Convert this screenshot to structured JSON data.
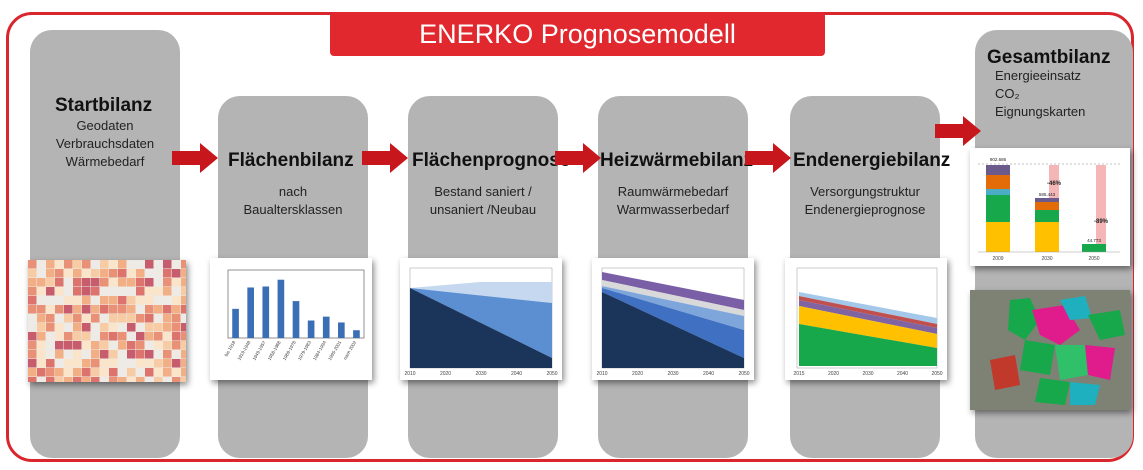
{
  "title": "ENERKO Prognosemodell",
  "stages": [
    {
      "heading": "Startbilanz",
      "lines": [
        "Geodaten",
        "Verbrauchsdaten",
        "Wärmebedarf"
      ]
    },
    {
      "heading": "Flächenbilanz",
      "lines": [
        "nach",
        "Baualtersklassen"
      ]
    },
    {
      "heading": "Flächenprognose",
      "lines": [
        "Bestand saniert /",
        "unsaniert /Neubau"
      ]
    },
    {
      "heading": "Heizwärmebilanz",
      "lines": [
        "Raumwärmebedarf",
        "Warmwasserbedarf"
      ]
    },
    {
      "heading": "Endenergiebilanz",
      "lines": [
        "Versorgungstruktur",
        "Endenergieprognose"
      ]
    },
    {
      "heading": "Gesamtbilanz",
      "lines": [
        "Energieeinsatz",
        "CO₂",
        "Eignungskarten"
      ]
    }
  ],
  "colors": {
    "accent": "#e0282e",
    "column": "#b4b4b4",
    "arrow": "#c8161d"
  },
  "thumbnails": {
    "flaechenbilanz": {
      "categories": [
        "bis 1918",
        "1919-1948",
        "1949-1957",
        "1958-1968",
        "1969-1978",
        "1979-1983",
        "1984-1994",
        "1995-2001",
        "nach 2002"
      ],
      "values": [
        30,
        52,
        53,
        60,
        38,
        18,
        22,
        16,
        8
      ],
      "ylim": [
        0,
        70
      ]
    },
    "flaechenprognose": {
      "x_ticks": [
        "2010",
        "2020",
        "2030",
        "2040",
        "2050"
      ]
    },
    "heizwaerme": {
      "x_ticks": [
        "2010",
        "2020",
        "2030",
        "2040",
        "2050"
      ]
    },
    "endenergie": {
      "x_ticks": [
        "2015",
        "2020",
        "2030",
        "2040",
        "2050"
      ]
    },
    "gesamt": {
      "x_ticks": [
        "2009",
        "2030",
        "2050"
      ],
      "labels": [
        "902.686",
        "-46%",
        "585.443",
        "-89%",
        "44.773"
      ]
    }
  }
}
